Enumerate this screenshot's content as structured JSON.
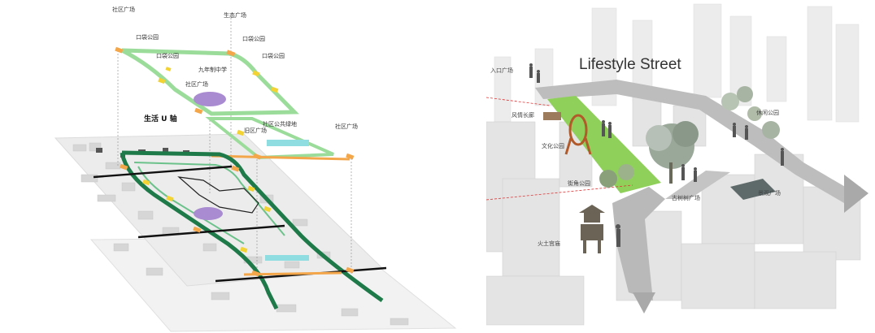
{
  "left_panel": {
    "labels": {
      "community_plaza_top": "社区广场",
      "ecology_plaza": "生态广场",
      "pocket_park_1": "口袋公园",
      "pocket_park_2": "口袋公园",
      "pocket_park_3": "口袋公园",
      "pocket_park_4": "口袋公园",
      "ninth_middle_school": "九年制中学",
      "community_square": "社区广场",
      "life_u_axis": "生活 U 轴",
      "school_plaza": "旧区广场",
      "community_green": "社区公共绿地",
      "community_plaza_right": "社区广场"
    }
  },
  "right_panel": {
    "title": "Lifestyle Street",
    "labels": {
      "entrance_plaza": "入口广场",
      "scenic_corridor": "风情长廊",
      "culture_park": "文化公园",
      "pocket_park": "街角公园",
      "ancient_tree_plaza": "古树树广场",
      "leisure_park": "休闲公园",
      "landscape_plaza": "景观广场",
      "folk_culture": "火土宫庙"
    }
  },
  "colors": {
    "green_path": "#8fd38f",
    "dark_green_axis": "#1f7a4a",
    "orange_node": "#f4a64a",
    "yellow_node": "#f3d233",
    "purple_area": "#a98bd1",
    "cyan_area": "#8fdde0",
    "street_gray": "#b9b9b9",
    "lawn_green": "#8fd05a"
  }
}
